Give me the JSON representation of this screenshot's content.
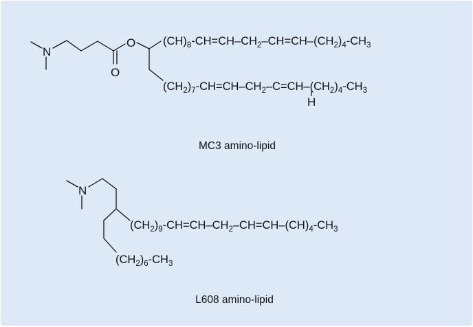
{
  "background_color": "#dde9f7",
  "mc3": {
    "caption": "MC3 amino-lipid",
    "atoms": {
      "nitrogen": "N",
      "ester_oxygen": "O",
      "carbonyl_oxygen": "O",
      "hydrogen": "H"
    },
    "chain1": {
      "p1": "(CH)",
      "s1": "8",
      "p2": "-CH=CH–CH",
      "s2": "2",
      "p3": "–CH=CH–(CH",
      "s3": "2",
      "p4": ")",
      "s4": "4",
      "p5": "-CH",
      "s5": "3"
    },
    "chain2": {
      "p1": "(CH",
      "s1": "2",
      "p2": ")",
      "s2": "7",
      "p3": "-CH=CH–CH",
      "s3": "2",
      "p4": "–C=CH–(CH",
      "s4": "2",
      "p5": ")",
      "s5": "4",
      "p6": "-CH",
      "s6": "3"
    }
  },
  "l608": {
    "caption": "L608 amino-lipid",
    "atoms": {
      "nitrogen": "N"
    },
    "chain1": {
      "p1": "(CH",
      "s1": "2",
      "p2": ")",
      "s2": "9",
      "p3": "-CH=CH–CH",
      "s3": "2",
      "p4": "–CH=CH–(CH)",
      "s4": "4",
      "p5": "-CH",
      "s5": "3"
    },
    "chain2": {
      "p1": "(CH",
      "s1": "2",
      "p2": ")",
      "s2": "6",
      "p3": "-CH",
      "s3": "3"
    }
  }
}
